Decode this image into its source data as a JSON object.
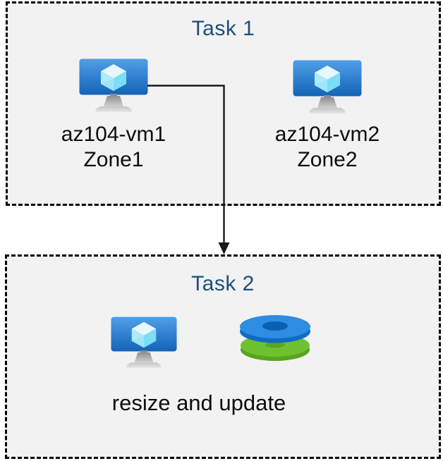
{
  "diagram": {
    "background": "#ffffff",
    "panel_background": "#f2f2f2",
    "panel_border_color": "#000000",
    "title_color": "#1f4e79",
    "label_color": "#0d0d0d",
    "connector_color": "#1a1a1a"
  },
  "task1": {
    "title": "Task 1",
    "vms": [
      {
        "name": "az104-vm1",
        "zone": "Zone1",
        "icon": "azure-virtual-machine-icon"
      },
      {
        "name": "az104-vm2",
        "zone": "Zone2",
        "icon": "azure-virtual-machine-icon"
      }
    ]
  },
  "task2": {
    "title": "Task 2",
    "caption": "resize and update",
    "icons": [
      "azure-virtual-machine-icon",
      "azure-disks-icon"
    ]
  },
  "connector": {
    "type": "elbow-arrow",
    "from": "az104-vm1",
    "to": "task2-box"
  },
  "icon_colors": {
    "vm_screen_top": "#4f9fe8",
    "vm_screen_bottom": "#1463b7",
    "cube_top": "#e6f8fe",
    "cube_left": "#aeeafa",
    "cube_right": "#7cdef6",
    "stand_top": "#8f8f8f",
    "stand_bottom": "#d8d8d8",
    "disk_blue_top": "#2e8ce2",
    "disk_blue_side": "#0f6cc4",
    "disk_blue_hole": "#0a60b2",
    "disk_green_top": "#6ec22f",
    "disk_green_side": "#58a41f",
    "disk_green_hole": "#5aa71f"
  }
}
